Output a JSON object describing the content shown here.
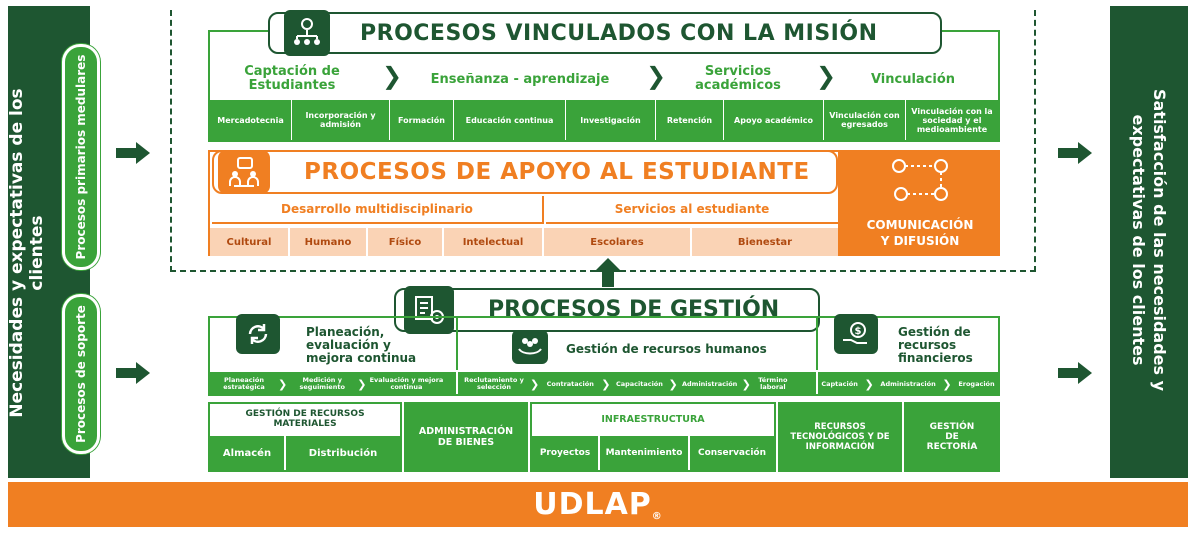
{
  "left_panel": {
    "label": "Necesidades y expectativas de los clientes"
  },
  "left_pills": {
    "top": "Procesos primarios medulares",
    "bottom": "Procesos de soporte"
  },
  "right_panel": {
    "line1": "Satisfacción de las necesidades y",
    "line2": "expectativas de los clientes"
  },
  "mision": {
    "title": "PROCESOS VINCULADOS CON LA MISIÓN",
    "icon": "people-network-icon",
    "stages": [
      "Captación de Estudiantes",
      "Enseñanza - aprendizaje",
      "Servicios académicos",
      "Vinculación"
    ],
    "subs": [
      "Mercadotecnia",
      "Incorporación y admisión",
      "Formación",
      "Educación continua",
      "Investigación",
      "Retención",
      "Apoyo académico",
      "Vinculación con egresados",
      "Vinculación con la sociedad y el medioambiente"
    ]
  },
  "apoyo": {
    "title": "PROCESOS DE APOYO AL ESTUDIANTE",
    "icon": "student-group-icon",
    "groups": [
      "Desarrollo multidisciplinario",
      "Servicios al estudiante"
    ],
    "subs": [
      "Cultural",
      "Humano",
      "Físico",
      "Intelectual",
      "Escolares",
      "Bienestar"
    ],
    "comunicacion_1": "COMUNICACIÓN",
    "comunicacion_2": "Y DIFUSIÓN"
  },
  "gestion": {
    "title": "PROCESOS DE GESTIÓN",
    "planeacion": {
      "title": "Planeación, evaluación y mejora continua",
      "steps": [
        "Planeación estratégica",
        "Medición y seguimiento",
        "Evaluación y mejora continua"
      ]
    },
    "rrhh": {
      "title": "Gestión de recursos humanos",
      "steps": [
        "Reclutamiento y selección",
        "Contratación",
        "Capacitación",
        "Administración",
        "Término laboral"
      ]
    },
    "financieros": {
      "title": "Gestión de recursos financieros",
      "steps": [
        "Captación",
        "Administración",
        "Erogación"
      ]
    },
    "materiales": {
      "title": "GESTIÓN DE RECURSOS MATERIALES",
      "subs": [
        "Almacén",
        "Distribución"
      ]
    },
    "bienes": "ADMINISTRACIÓN DE BIENES",
    "infra": {
      "title": "INFRAESTRUCTURA",
      "subs": [
        "Proyectos",
        "Mantenimiento",
        "Conservación"
      ]
    },
    "tecnologicos": "RECURSOS TECNOLÓGICOS Y DE INFORMACIÓN",
    "rectoria": "GESTIÓN DE RECTORÍA"
  },
  "footer": {
    "brand": "UDLAP"
  },
  "colors": {
    "dark_green": "#1e5631",
    "green": "#3aa33a",
    "orange": "#f07f22",
    "peach": "#fad3b5"
  }
}
